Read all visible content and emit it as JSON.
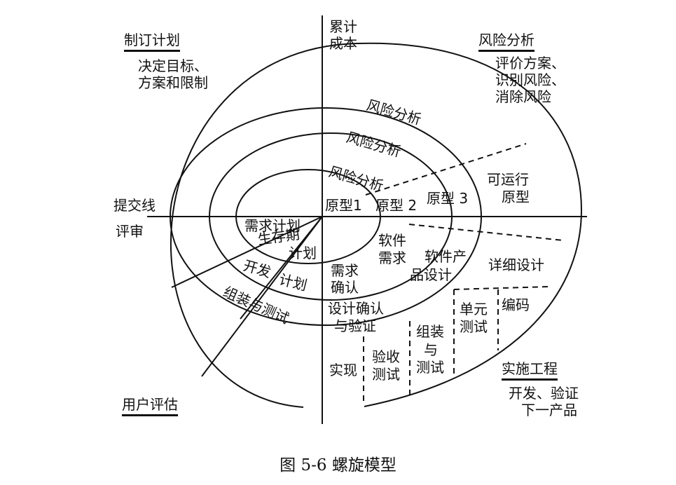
{
  "axes": {
    "y_top": [
      "累计",
      "成本"
    ],
    "x_left": [
      "提交线",
      "评审"
    ]
  },
  "quadrants": {
    "top_left": {
      "title": "制订计划",
      "body": [
        "决定目标、",
        "方案和限制"
      ]
    },
    "top_right": {
      "title": "风险分析",
      "body": [
        "评价方案、",
        "识别风险、",
        "消除风险"
      ]
    },
    "bottom_left": {
      "title": "用户评估"
    },
    "bottom_right": {
      "title": "实施工程",
      "body": [
        "开发、验证",
        "下一产品"
      ]
    }
  },
  "risk_analysis": [
    "风险分析",
    "风险分析",
    "风险分析"
  ],
  "prototypes": [
    "原型1",
    "原型 2",
    "原型 3",
    "可运行",
    "原型"
  ],
  "plans": [
    "需求计划",
    "生存期",
    "计划",
    "开发",
    "计划",
    "组装与测试"
  ],
  "engineering": {
    "software_req": [
      "软件",
      "需求"
    ],
    "req_confirm": [
      "需求",
      "确认"
    ],
    "product_design": [
      "软件产",
      "品设计"
    ],
    "detail_design": "详细设计",
    "design_verify": [
      "设计确认",
      "与验证"
    ],
    "unit_test": [
      "单元",
      "测试"
    ],
    "coding": "编码",
    "assembly_test": [
      "组装",
      "与",
      "测试"
    ],
    "acceptance_test": [
      "验收",
      "测试"
    ],
    "implement": "实现"
  },
  "caption": "图 5-6    螺旋模型"
}
